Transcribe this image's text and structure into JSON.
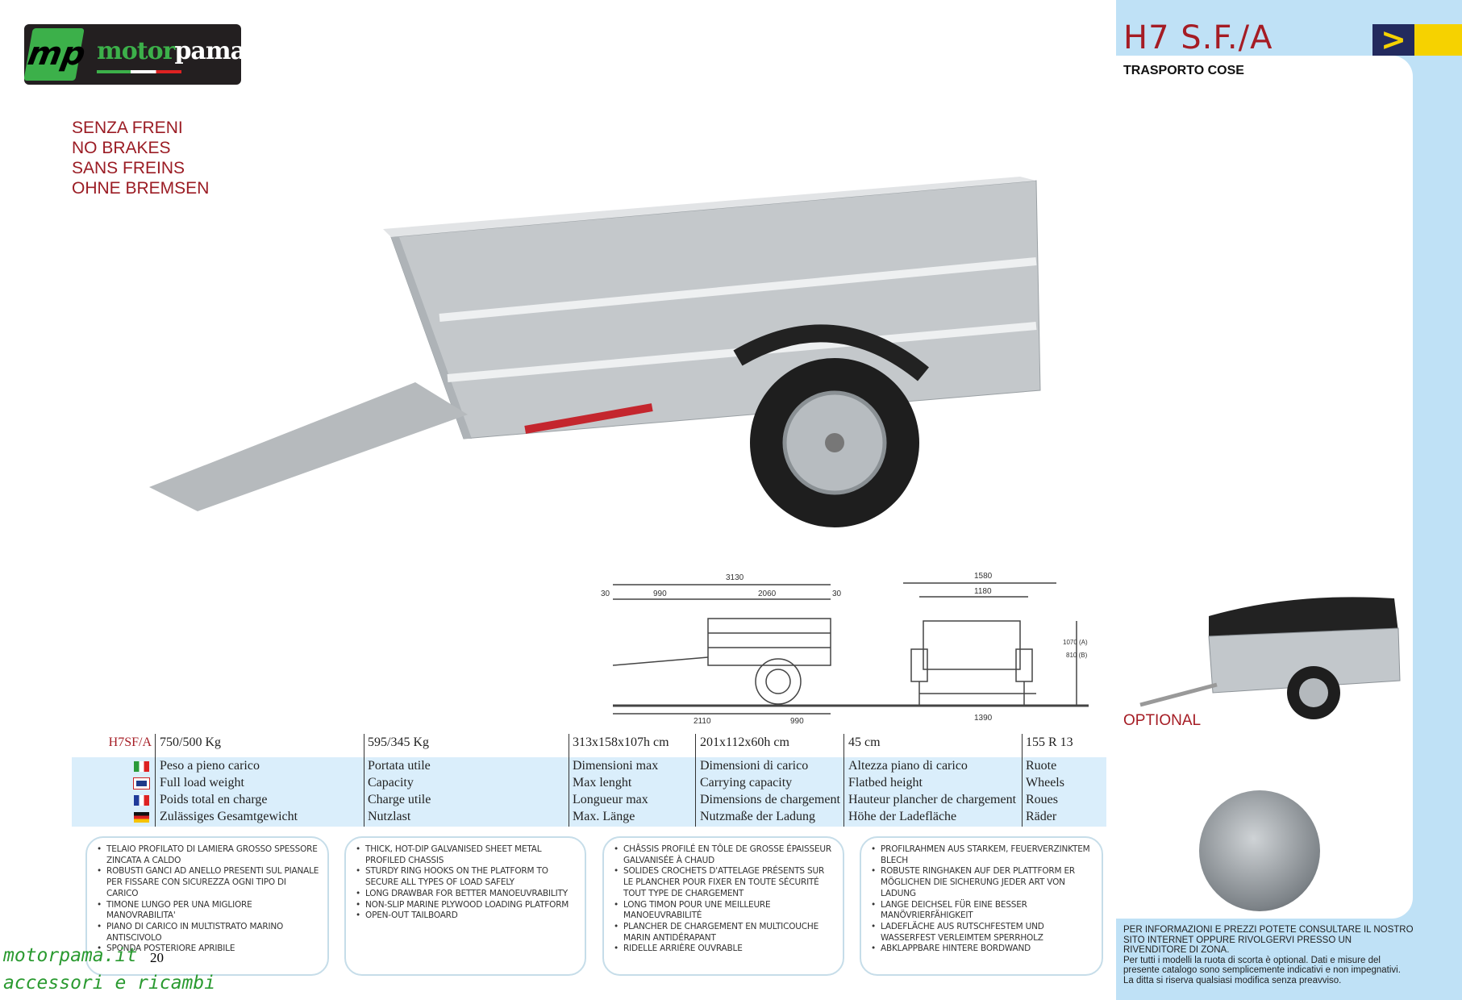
{
  "logo": {
    "brand_green": "motor",
    "brand_white": "pama",
    "mark": "mp"
  },
  "brakes": [
    "SENZA FRENI",
    "NO BRAKES",
    "SANS FREINS",
    "OHNE BREMSEN"
  ],
  "header": {
    "title": "H7 S.F./A",
    "subtitle": "TRASPORTO COSE",
    "badge_icon": "chevron-right-icon",
    "colors": {
      "red": "#a51c24",
      "panel": "#bfe1f6",
      "navy": "#232a5e",
      "yellow": "#f6d200"
    }
  },
  "drawing": {
    "dims": [
      "3130",
      "30",
      "990",
      "2060",
      "30",
      "2110",
      "990",
      "1580",
      "1180",
      "1390",
      "1070 (A)",
      "810 (B)"
    ]
  },
  "optional_label": "OPTIONAL",
  "specs": {
    "model": "H7SF/A",
    "values": [
      "750/500 Kg",
      "595/345 Kg",
      "313x158x107h cm",
      "201x112x60h cm",
      "45 cm",
      "155 R 13"
    ],
    "labels": [
      [
        "Peso a pieno carico",
        "Full load weight",
        "Poids total en charge",
        "Zulässiges Gesamtgewicht"
      ],
      [
        "Portata utile",
        "Capacity",
        "Charge utile",
        "Nutzlast"
      ],
      [
        "Dimensioni max",
        "Max lenght",
        "Longueur max",
        "Max. Länge"
      ],
      [
        "Dimensioni di carico",
        "Carrying capacity",
        "Dimensions de chargement",
        "Nutzmaße der Ladung"
      ],
      [
        "Altezza piano di carico",
        "Flatbed height",
        "Hauteur plancher de chargement",
        "Höhe der Ladefläche"
      ],
      [
        "Ruote",
        "Wheels",
        "Roues",
        "Räder"
      ]
    ]
  },
  "features": [
    [
      "TELAIO PROFILATO DI LAMIERA  GROSSO SPESSORE ZINCATA  A CALDO",
      "ROBUSTI GANCI AD ANELLO PRESENTI SUL PIANALE PER FISSARE CON SICUREZZA OGNI TIPO DI CARICO",
      "TIMONE LUNGO PER UNA MIGLIORE MANOVRABILITA'",
      "PIANO DI CARICO IN MULTISTRATO MARINO ANTISCIVOLO",
      "SPONDA POSTERIORE APRIBILE"
    ],
    [
      "THICK, HOT-DIP GALVANISED SHEET METAL PROFILED CHASSIS",
      "STURDY RING HOOKS ON THE PLATFORM TO SECURE ALL TYPES OF LOAD SAFELY",
      "LONG DRAWBAR FOR BETTER MANOEUVRABILITY",
      "NON-SLIP MARINE PLYWOOD LOADING PLATFORM",
      "OPEN-OUT TAILBOARD"
    ],
    [
      "CHÂSSIS PROFILÉ EN TÔLE DE GROSSE ÉPAISSEUR GALVANISÉE À CHAUD",
      "SOLIDES CROCHETS D'ATTELAGE PRÉSENTS SUR LE PLANCHER POUR FIXER EN TOUTE SÉCURITÉ TOUT TYPE DE CHARGEMENT",
      "LONG TIMON POUR UNE MEILLEURE MANOEUVRABILITÉ",
      "PLANCHER DE CHARGEMENT EN MULTICOUCHE MARIN ANTIDÉRAPANT",
      "RIDELLE ARRIÈRE OUVRABLE"
    ],
    [
      "PROFILRAHMEN AUS STARKEM, FEUERVERZINKTEM BLECH",
      "ROBUSTE RINGHAKEN AUF DER PLATTFORM ER MÖGLICHEN DIE SICHERUNG JEDER ART VON LADUNG",
      "LANGE DEICHSEL FÜR EINE BESSER MANÖVRIERFÄHIGKEIT",
      "LADEFLÄCHE AUS RUTSCHFESTEM UND WASSERFEST VERLEIMTEM SPERRHOLZ",
      "ABKLAPPBARE HINTERE BORDWAND"
    ]
  ],
  "footer": [
    "PER INFORMAZIONI E PREZZI POTETE CONSULTARE IL NOSTRO SITO INTERNET OPPURE RIVOLGERVI PRESSO UN RIVENDITORE DI ZONA.",
    "Per tutti i modelli la ruota di scorta è optional. Dati e misure del presente catalogo sono semplicemente indicativi e non impegnativi.",
    "La ditta si riserva qualsiasi modifica senza preavviso."
  ],
  "watermark": {
    "site": "motorpama.it",
    "tagline": "accessori e ricambi"
  },
  "page_number": "20"
}
